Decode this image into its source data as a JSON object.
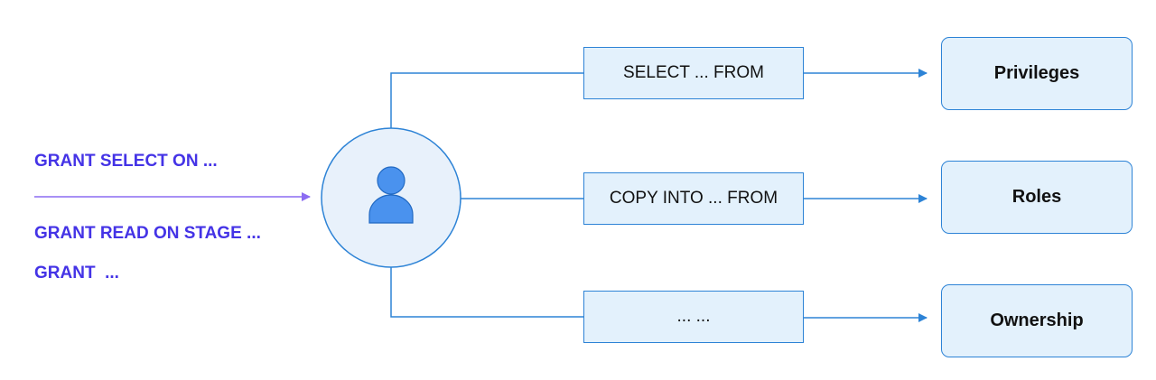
{
  "grants": [
    "GRANT SELECT ON ...",
    "GRANT READ ON STAGE ...",
    "GRANT  ..."
  ],
  "commands": [
    "SELECT ... FROM",
    "COPY INTO ... FROM",
    "... ..."
  ],
  "targets": [
    "Privileges",
    "Roles",
    "Ownership"
  ],
  "icons": {
    "user": "user-icon"
  },
  "colors": {
    "grant_text": "#4433e6",
    "input_arrow": "#8b6cf2",
    "line": "#2d83d6",
    "box_fill": "#e3f1fc",
    "circle_fill": "#e8f1fb",
    "icon_fill": "#4a92ee"
  }
}
